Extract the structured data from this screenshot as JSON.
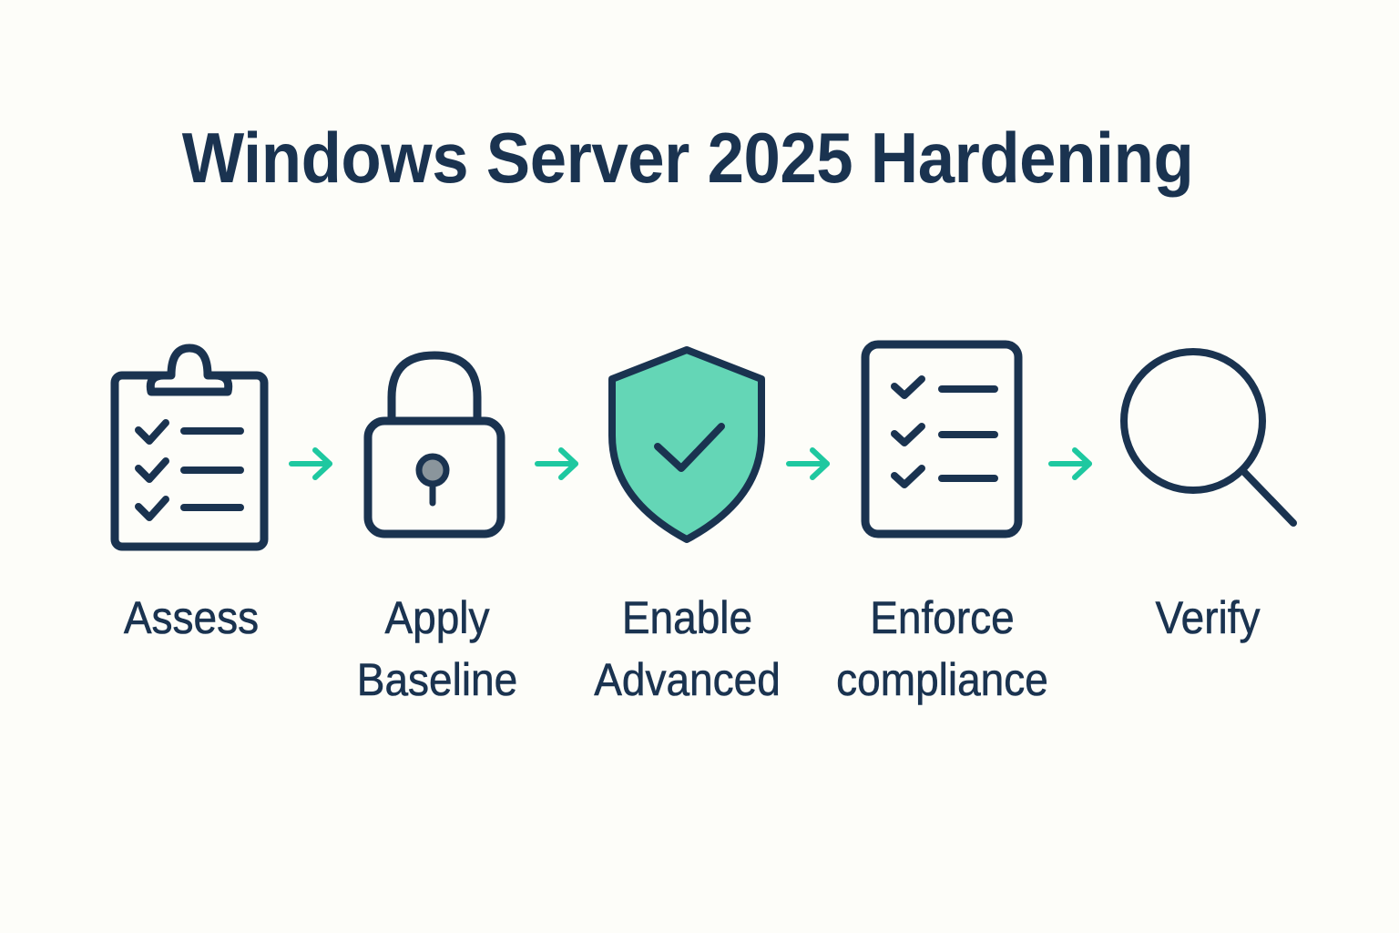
{
  "title": "Windows Server 2025 Hardening",
  "colors": {
    "background": "#fdfdf9",
    "primary": "#1a3350",
    "accent": "#1ec8a0",
    "shield_fill": "#64d6b6",
    "keyhole_fill": "#8a959c"
  },
  "steps": [
    {
      "icon": "clipboard-checklist-icon",
      "label_line1": "Assess",
      "label_line2": ""
    },
    {
      "icon": "padlock-icon",
      "label_line1": "Apply",
      "label_line2": "Baseline"
    },
    {
      "icon": "shield-check-icon",
      "label_line1": "Enable",
      "label_line2": "Advanced"
    },
    {
      "icon": "document-checklist-icon",
      "label_line1": "Enforce",
      "label_line2": "compliance"
    },
    {
      "icon": "magnifying-glass-icon",
      "label_line1": "Verify",
      "label_line2": ""
    }
  ],
  "connectors": [
    {
      "icon": "arrow-right-icon"
    },
    {
      "icon": "arrow-right-icon"
    },
    {
      "icon": "arrow-right-icon"
    },
    {
      "icon": "arrow-right-icon"
    }
  ]
}
